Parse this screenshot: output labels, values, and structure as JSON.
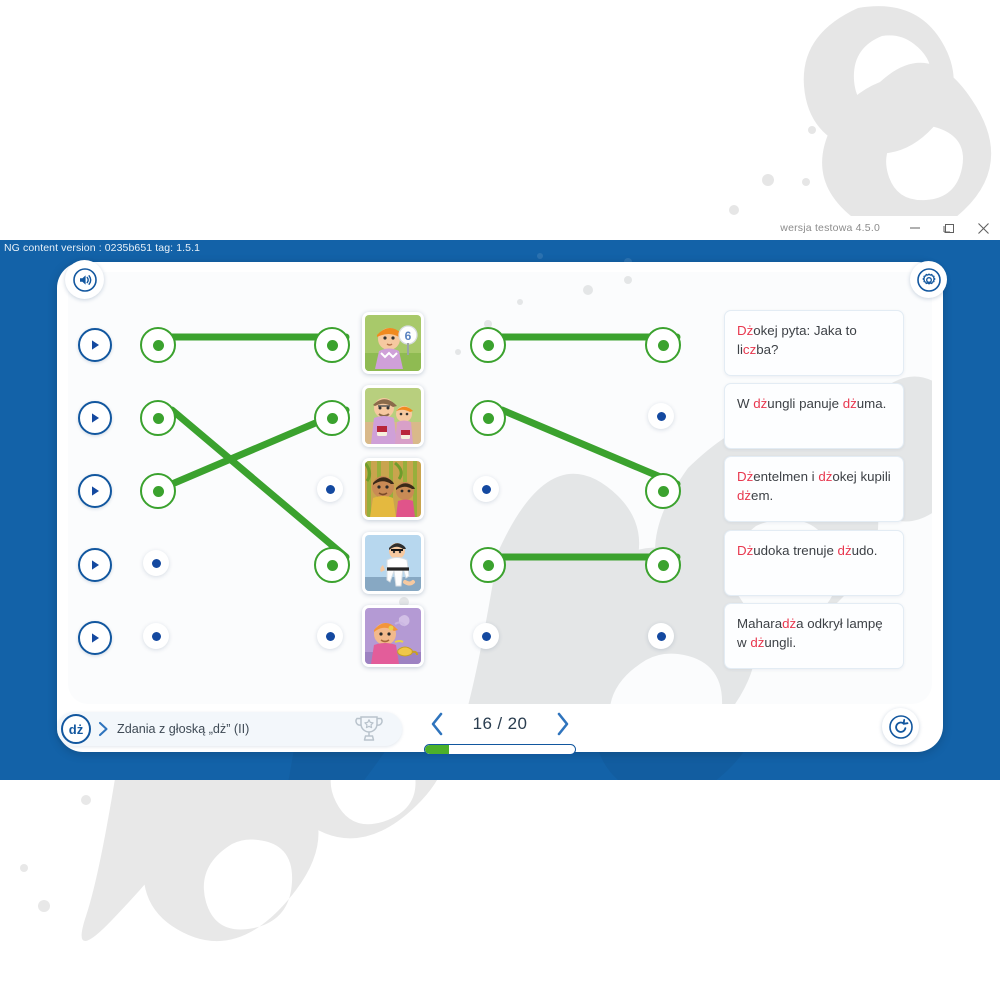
{
  "window": {
    "version_label": "wersja testowa 4.5.0",
    "minimize_icon": "minimize-icon",
    "maximize_icon": "maximize-icon",
    "close_icon": "close-icon"
  },
  "app": {
    "content_version": "NG content version : 0235b651 tag: 1.5.1",
    "background_color": "#1362a8",
    "accent_green": "#3ba22e",
    "accent_blue": "#12579f",
    "highlight_red": "#e8384f"
  },
  "toolbar": {
    "speaker_icon": "speaker-icon",
    "settings_icon": "gear-icon",
    "reset_icon": "reset-icon"
  },
  "exercise": {
    "rows": [
      {
        "play_icon": "play-icon",
        "left_dot": "linked",
        "mid_dot": "linked",
        "image_alt": "jockey-holding-number-six",
        "right_dot": "linked",
        "far_dot": "linked",
        "sentence_parts": [
          {
            "text": "D",
            "hl": true
          },
          {
            "text": "ż",
            "hl": true
          },
          {
            "text": "okej pyta: Jaka to li",
            "hl": false
          },
          {
            "text": "cz",
            "hl": true
          },
          {
            "text": "ba?",
            "hl": false
          }
        ]
      },
      {
        "play_icon": "play-icon",
        "left_dot": "linked",
        "mid_dot": "linked",
        "image_alt": "gentleman-and-jockey-with-jam",
        "right_dot": "linked",
        "far_dot": "plain",
        "sentence_parts": [
          {
            "text": "W ",
            "hl": false
          },
          {
            "text": "dż",
            "hl": true
          },
          {
            "text": "ungli panuje ",
            "hl": false
          },
          {
            "text": "dż",
            "hl": true
          },
          {
            "text": "uma.",
            "hl": false
          }
        ]
      },
      {
        "play_icon": "play-icon",
        "left_dot": "linked",
        "mid_dot": "plain",
        "image_alt": "people-in-the-jungle",
        "right_dot": "plain",
        "far_dot": "linked",
        "sentence_parts": [
          {
            "text": "D",
            "hl": true
          },
          {
            "text": "ż",
            "hl": true
          },
          {
            "text": "entelmen i ",
            "hl": false
          },
          {
            "text": "dż",
            "hl": true
          },
          {
            "text": "okej kupili ",
            "hl": false
          },
          {
            "text": "dż",
            "hl": true
          },
          {
            "text": "em.",
            "hl": false
          }
        ]
      },
      {
        "play_icon": "play-icon",
        "left_dot": "plain",
        "mid_dot": "linked",
        "image_alt": "judoka-training-judo",
        "right_dot": "linked",
        "far_dot": "linked",
        "sentence_parts": [
          {
            "text": "D",
            "hl": true
          },
          {
            "text": "ż",
            "hl": true
          },
          {
            "text": "udoka trenuje ",
            "hl": false
          },
          {
            "text": "dż",
            "hl": true
          },
          {
            "text": "udo.",
            "hl": false
          }
        ]
      },
      {
        "play_icon": "play-icon",
        "left_dot": "plain",
        "mid_dot": "plain",
        "image_alt": "maharaja-discovering-a-lamp",
        "right_dot": "plain",
        "far_dot": "plain",
        "sentence_parts": [
          {
            "text": "Mahara",
            "hl": false
          },
          {
            "text": "dż",
            "hl": true
          },
          {
            "text": "a odkrył lampę w ",
            "hl": false
          },
          {
            "text": "dż",
            "hl": true
          },
          {
            "text": "ungli.",
            "hl": false
          }
        ]
      }
    ],
    "connections_left": [
      {
        "from_row": 1,
        "to_row": 1
      },
      {
        "from_row": 2,
        "to_row": 4
      },
      {
        "from_row": 3,
        "to_row": 2
      }
    ],
    "connections_right": [
      {
        "from_row": 1,
        "to_row": 1
      },
      {
        "from_row": 2,
        "to_row": 3
      },
      {
        "from_row": 4,
        "to_row": 4
      }
    ]
  },
  "footer": {
    "phoneme": "dż",
    "chevron_icon": "chevron-right-icon",
    "lesson_title": "Zdania z głoską „dż” (II)",
    "trophy_icon": "trophy-icon",
    "prev_icon": "chevron-left-icon",
    "next_icon": "chevron-right-icon",
    "page_label": "16 / 20",
    "page_current": 16,
    "page_total": 20,
    "progress_percent": 16
  }
}
